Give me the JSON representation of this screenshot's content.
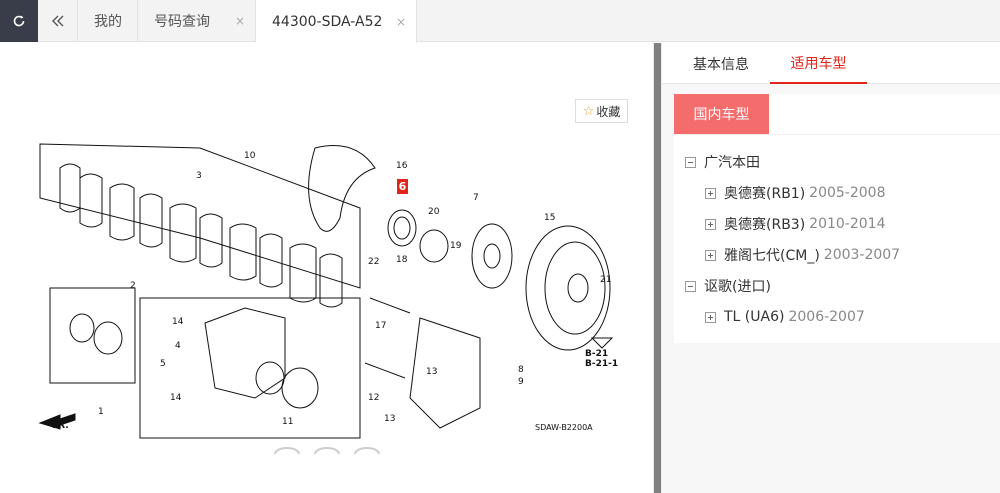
{
  "topbar": {
    "refresh_icon": "refresh-icon",
    "collapse_icon": "double-chevron-left-icon",
    "tabs": [
      {
        "label": "我的",
        "closable": false
      },
      {
        "label": "号码查询",
        "closable": true
      },
      {
        "label": "44300-SDA-A52",
        "closable": true,
        "active": true
      }
    ],
    "close_glyph": "×"
  },
  "left": {
    "favorite_label": "收藏",
    "diagram_code": "SDAW-B2200A",
    "highlight_callout": "6",
    "callouts": [
      "1",
      "2",
      "3",
      "4",
      "5",
      "6",
      "7",
      "8",
      "9",
      "10",
      "11",
      "12",
      "13",
      "14",
      "15",
      "16",
      "17",
      "18",
      "19",
      "20",
      "21",
      "22"
    ],
    "ref_labels": [
      "B-21",
      "B-21-1"
    ],
    "front_label": "FR."
  },
  "right": {
    "tabs": [
      {
        "label": "基本信息",
        "active": false
      },
      {
        "label": "适用车型",
        "active": true
      }
    ],
    "sub_tab": "国内车型",
    "tree": [
      {
        "label": "广汽本田",
        "expanded": true,
        "children": [
          {
            "name": "奥德赛(RB1)",
            "years": "2005-2008"
          },
          {
            "name": "奥德赛(RB3)",
            "years": "2010-2014"
          },
          {
            "name": "雅阁七代(CM_)",
            "years": "2003-2007"
          }
        ]
      },
      {
        "label": "讴歌(进口)",
        "expanded": true,
        "children": [
          {
            "name": "TL (UA6)",
            "years": "2006-2007"
          }
        ]
      }
    ]
  },
  "colors": {
    "accent": "#e1251b",
    "sub_tab_bg": "#f56c6c",
    "dark_button": "#393d49"
  }
}
